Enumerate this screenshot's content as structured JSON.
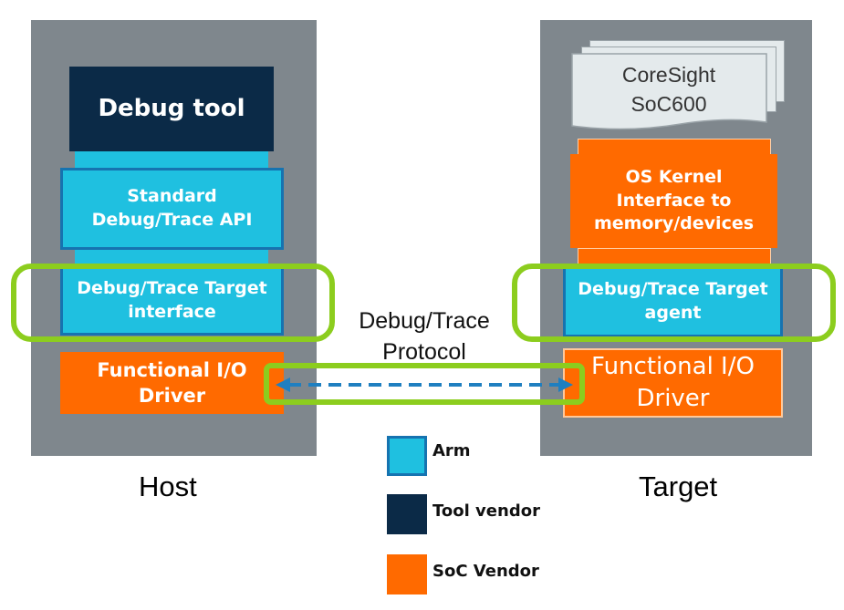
{
  "host": {
    "caption": "Host",
    "debug_tool": "Debug tool",
    "standard_api": [
      "Standard",
      "Debug/Trace API"
    ],
    "target_interface": [
      "Debug/Trace Target",
      "interface"
    ],
    "functional_io": [
      "Functional I/O",
      "Driver"
    ]
  },
  "target": {
    "caption": "Target",
    "coresight": [
      "CoreSight",
      "SoC600"
    ],
    "os_kernel": [
      "OS Kernel",
      "Interface to",
      "memory/devices"
    ],
    "target_agent": [
      "Debug/Trace Target",
      "agent"
    ],
    "functional_io": [
      "Functional I/O",
      "Driver"
    ]
  },
  "protocol": {
    "line1": "Debug/Trace",
    "line2": "Protocol"
  },
  "legend": [
    {
      "label": "Arm",
      "color": "#1fc0e0"
    },
    {
      "label": "Tool vendor",
      "color": "#0b2a47"
    },
    {
      "label": "SoC Vendor",
      "color": "#ff6a00"
    }
  ],
  "colors": {
    "panel": "#7f878d",
    "arm": "#1fc0e0",
    "arm_border": "#1673b0",
    "tool_vendor": "#0b2a47",
    "soc_vendor": "#ff6a00",
    "highlight": "#8ccd1e"
  }
}
